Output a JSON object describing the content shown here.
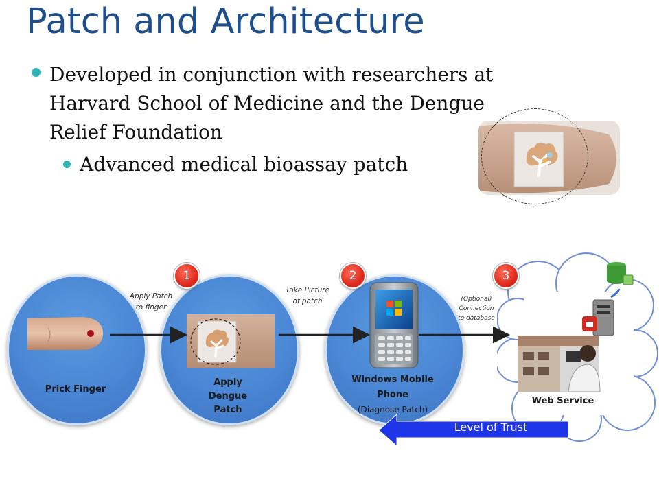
{
  "title": "Patch and Architecture",
  "bullets": {
    "main": "Developed in conjunction with researchers at Harvard School of Medicine and the Dengue Relief Foundation",
    "sub": "Advanced medical bioassay patch"
  },
  "steps": {
    "prick": {
      "label": "Prick Finger"
    },
    "apply": {
      "badge": "1",
      "label_l1": "Apply",
      "label_l2": "Dengue",
      "label_l3": "Patch"
    },
    "phone": {
      "badge": "2",
      "label_l1": "Windows Mobile",
      "label_l2": "Phone",
      "sub": "(Diagnose Patch)"
    },
    "web": {
      "badge": "3",
      "label": "Web Service"
    }
  },
  "arrow_notes": {
    "a1_l1": "Apply Patch",
    "a1_l2": "to finger",
    "a2_l1": "Take Picture",
    "a2_l2": "of patch",
    "a3_l1": "(Optional)",
    "a3_l2": "Connection",
    "a3_l3": "to database"
  },
  "trust": {
    "label": "Level of Trust",
    "color": "#1f35e8"
  },
  "colors": {
    "title": "#1f4e8c",
    "bullet": "#2fb5b5",
    "circle": "#4a86d4",
    "badge": "#e02a1c"
  }
}
